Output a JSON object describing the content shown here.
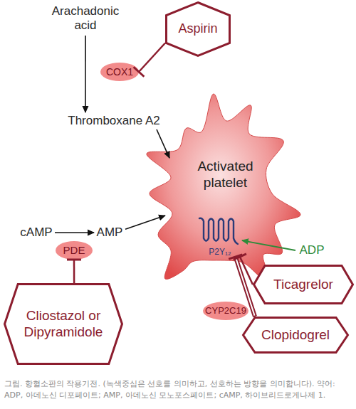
{
  "diagram": {
    "caption": "그림. 항혈소판의 작용기전. (녹색중심은 선호를 의미하고, 선호하는 방향을 의미합니다). 약어: ADP, 아데노신 디포페이트; AMP, 아데노신 모노포스페이트; cAMP, 하이브리드로게나제 1.",
    "nodes": [
      {
        "text": [
          "Arachadonic acid"
        ]
      },
      {
        "text": [
          "Aspirin"
        ]
      },
      {
        "text": [
          "COX1"
        ]
      },
      {
        "text": [
          "Thromboxane A2"
        ]
      },
      {
        "text": [
          "Activated platelet"
        ]
      },
      {
        "text": [
          "P2Y₁₂"
        ],
        "in": 4
      },
      {
        "text": [
          "cAMP"
        ]
      },
      {
        "text": [
          "AMP"
        ]
      },
      {
        "text": [
          "PDE"
        ]
      },
      {
        "text": [
          "ADP"
        ]
      },
      {
        "text": [
          "Ticagrelor"
        ]
      },
      {
        "text": [
          "CYP2C19"
        ]
      },
      {
        "text": [
          "Cliostazol or Dipyramidole"
        ]
      },
      {
        "text": [
          "Clopidogrel"
        ]
      }
    ],
    "edges": [
      {
        "from": 0,
        "to": 3,
        "arrow": "to"
      },
      {
        "from": 1,
        "to": 2,
        "arrow": "to"
      },
      {
        "from": 3,
        "to": 4,
        "arrow": "to"
      },
      {
        "from": 6,
        "to": 7,
        "arrow": "to"
      },
      {
        "from": 7,
        "to": 4,
        "arrow": "to"
      },
      {
        "from": 12,
        "to": 8,
        "arrow": "to"
      },
      {
        "from": 9,
        "to": 5,
        "arrow": "to"
      },
      {
        "from": 10,
        "to": 5,
        "arrow": "to"
      },
      {
        "from": 13,
        "to": 5,
        "arrow": "to"
      }
    ]
  }
}
